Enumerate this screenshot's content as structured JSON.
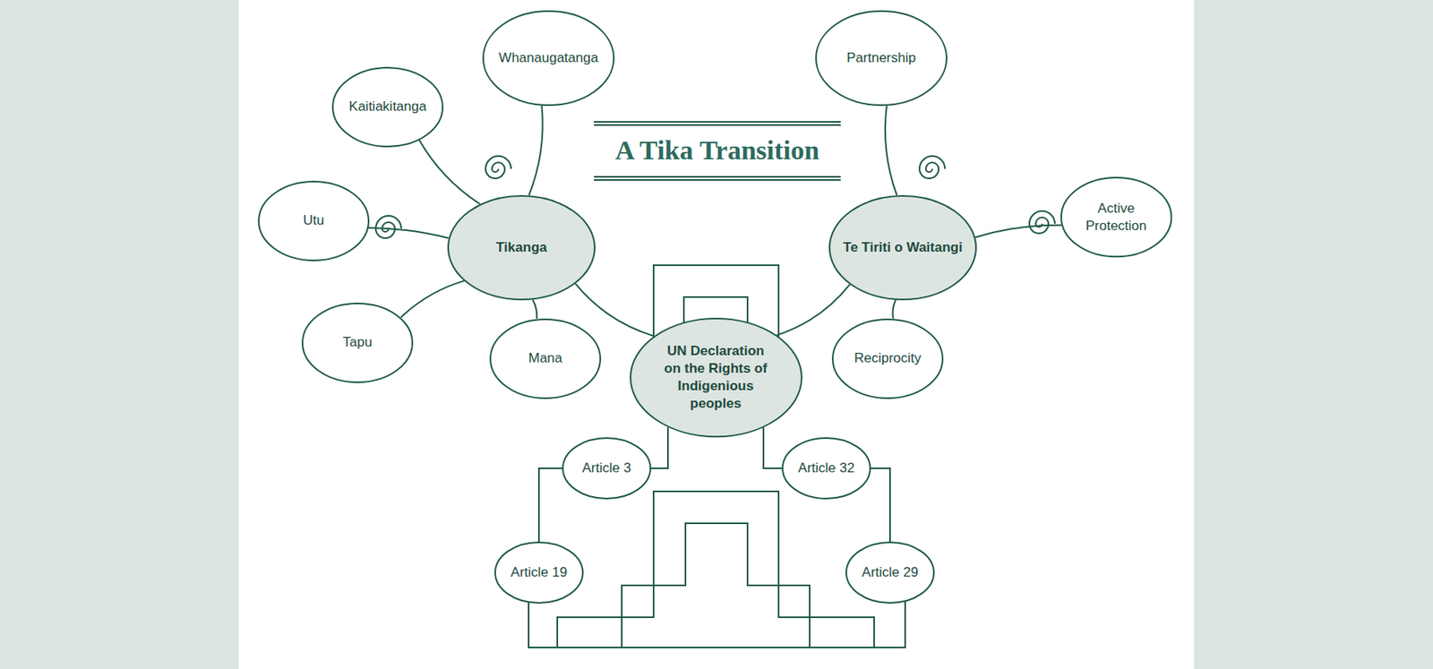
{
  "diagram": {
    "title": "A Tika Transition",
    "nodes": [
      {
        "text": [
          "Whanaugatanga"
        ]
      },
      {
        "text": [
          "Partnership"
        ]
      },
      {
        "text": [
          "Kaitiakitanga"
        ]
      },
      {
        "text": [
          "Active Protection"
        ]
      },
      {
        "text": [
          "Utu"
        ]
      },
      {
        "text": [
          "Tikanga"
        ]
      },
      {
        "text": [
          "Te Tiriti o Waitangi"
        ]
      },
      {
        "text": [
          "Tapu"
        ]
      },
      {
        "text": [
          "Mana"
        ]
      },
      {
        "text": [
          "Reciprocity"
        ]
      },
      {
        "text": [
          "UN Declaration on the Rights of Indigenious peoples"
        ]
      },
      {
        "text": [
          "Article 3"
        ]
      },
      {
        "text": [
          "Article 32"
        ]
      },
      {
        "text": [
          "Article 19"
        ]
      },
      {
        "text": [
          "Article 29"
        ]
      }
    ],
    "edges": [
      {
        "from": 5,
        "to": 0,
        "arrow": "none"
      },
      {
        "from": 5,
        "to": 2,
        "arrow": "none"
      },
      {
        "from": 5,
        "to": 4,
        "arrow": "none"
      },
      {
        "from": 5,
        "to": 7,
        "arrow": "none"
      },
      {
        "from": 5,
        "to": 8,
        "arrow": "none"
      },
      {
        "from": 5,
        "to": 10,
        "arrow": "none"
      },
      {
        "from": 6,
        "to": 1,
        "arrow": "none"
      },
      {
        "from": 6,
        "to": 3,
        "arrow": "none"
      },
      {
        "from": 6,
        "to": 9,
        "arrow": "none"
      },
      {
        "from": 6,
        "to": 10,
        "arrow": "none"
      },
      {
        "from": 10,
        "to": 11,
        "arrow": "none"
      },
      {
        "from": 10,
        "to": 12,
        "arrow": "none"
      },
      {
        "from": 11,
        "to": 13,
        "arrow": "none"
      },
      {
        "from": 12,
        "to": 14,
        "arrow": "none"
      }
    ]
  }
}
